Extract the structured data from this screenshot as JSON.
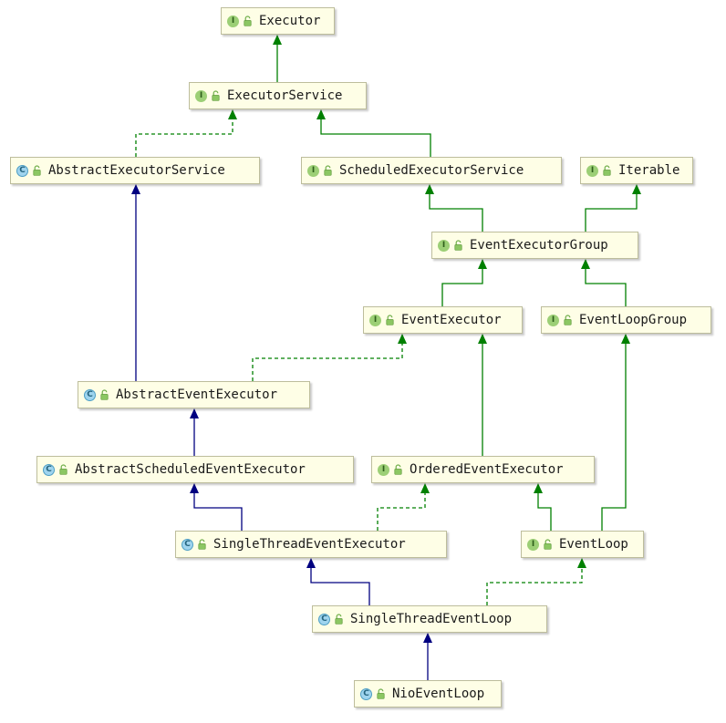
{
  "nodes": [
    {
      "id": "executor",
      "label": "Executor",
      "kind": "interface",
      "kind_letter": "I"
    },
    {
      "id": "executor-service",
      "label": "ExecutorService",
      "kind": "interface",
      "kind_letter": "I"
    },
    {
      "id": "abstract-executor-service",
      "label": "AbstractExecutorService",
      "kind": "class",
      "kind_letter": "C"
    },
    {
      "id": "scheduled-executor-service",
      "label": "ScheduledExecutorService",
      "kind": "interface",
      "kind_letter": "I"
    },
    {
      "id": "iterable",
      "label": "Iterable",
      "kind": "interface",
      "kind_letter": "I"
    },
    {
      "id": "event-executor-group",
      "label": "EventExecutorGroup",
      "kind": "interface",
      "kind_letter": "I"
    },
    {
      "id": "event-executor",
      "label": "EventExecutor",
      "kind": "interface",
      "kind_letter": "I"
    },
    {
      "id": "event-loop-group",
      "label": "EventLoopGroup",
      "kind": "interface",
      "kind_letter": "I"
    },
    {
      "id": "abstract-event-executor",
      "label": "AbstractEventExecutor",
      "kind": "class",
      "kind_letter": "C"
    },
    {
      "id": "abstract-scheduled-event-executor",
      "label": "AbstractScheduledEventExecutor",
      "kind": "class",
      "kind_letter": "C"
    },
    {
      "id": "ordered-event-executor",
      "label": "OrderedEventExecutor",
      "kind": "interface",
      "kind_letter": "I"
    },
    {
      "id": "single-thread-event-executor",
      "label": "SingleThreadEventExecutor",
      "kind": "class",
      "kind_letter": "C"
    },
    {
      "id": "event-loop",
      "label": "EventLoop",
      "kind": "interface",
      "kind_letter": "I"
    },
    {
      "id": "single-thread-event-loop",
      "label": "SingleThreadEventLoop",
      "kind": "class",
      "kind_letter": "C"
    },
    {
      "id": "nio-event-loop",
      "label": "NioEventLoop",
      "kind": "class",
      "kind_letter": "C"
    }
  ],
  "edges": [
    {
      "from": "executor-service",
      "to": "executor",
      "relation": "extends-interface"
    },
    {
      "from": "abstract-executor-service",
      "to": "executor-service",
      "relation": "implements"
    },
    {
      "from": "scheduled-executor-service",
      "to": "executor-service",
      "relation": "extends-interface"
    },
    {
      "from": "event-executor-group",
      "to": "scheduled-executor-service",
      "relation": "extends-interface"
    },
    {
      "from": "event-executor-group",
      "to": "iterable",
      "relation": "extends-interface"
    },
    {
      "from": "event-executor",
      "to": "event-executor-group",
      "relation": "extends-interface"
    },
    {
      "from": "event-loop-group",
      "to": "event-executor-group",
      "relation": "extends-interface"
    },
    {
      "from": "abstract-event-executor",
      "to": "abstract-executor-service",
      "relation": "extends-class"
    },
    {
      "from": "abstract-event-executor",
      "to": "event-executor",
      "relation": "implements"
    },
    {
      "from": "ordered-event-executor",
      "to": "event-executor",
      "relation": "extends-interface"
    },
    {
      "from": "abstract-scheduled-event-executor",
      "to": "abstract-event-executor",
      "relation": "extends-class"
    },
    {
      "from": "single-thread-event-executor",
      "to": "abstract-scheduled-event-executor",
      "relation": "extends-class"
    },
    {
      "from": "single-thread-event-executor",
      "to": "ordered-event-executor",
      "relation": "implements"
    },
    {
      "from": "event-loop",
      "to": "ordered-event-executor",
      "relation": "extends-interface"
    },
    {
      "from": "event-loop",
      "to": "event-loop-group",
      "relation": "extends-interface"
    },
    {
      "from": "single-thread-event-loop",
      "to": "single-thread-event-executor",
      "relation": "extends-class"
    },
    {
      "from": "single-thread-event-loop",
      "to": "event-loop",
      "relation": "implements"
    },
    {
      "from": "nio-event-loop",
      "to": "single-thread-event-loop",
      "relation": "extends-class"
    }
  ],
  "colors": {
    "extends_class": "#000080",
    "extends_interface": "#008000",
    "implements": "#008000",
    "node_fill": "#fefee6",
    "node_border": "#bdbd9c"
  }
}
